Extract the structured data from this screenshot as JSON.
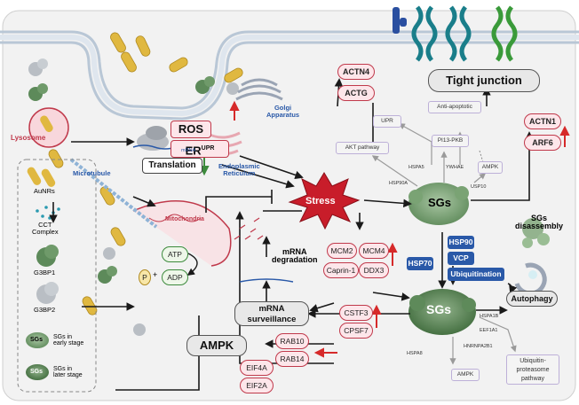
{
  "cell": {
    "lysosome": "Lysosome",
    "golgi": "Golgi\nApparatus",
    "er": "Endoplasmic\nReticulum",
    "ros": "ROS",
    "er_upr": "ER",
    "er_upr_sup": "UPR",
    "mrna": "mRNA",
    "translation": "Translation",
    "microtubule": "Microtubule",
    "mitochondria": "Mitochondria",
    "atp": "ATP",
    "adp": "ADP",
    "p": "P",
    "plus": "+",
    "stress": "Stress",
    "mrna_degradation": "mRNA\ndegradation",
    "mrna_surveillance": "mRNA\nsurveillance",
    "ampk_main": "AMPK"
  },
  "legend": {
    "aunrs": "AuNRs",
    "cct": "CCT\nComplex",
    "g3bp1": "G3BP1",
    "g3bp2": "G3BP2",
    "sgs_early_icon": "SGs",
    "sgs_early_text": "SGs in\nearly stage",
    "sgs_late_icon": "SGs",
    "sgs_late_text": "SGs in\nlater stage"
  },
  "tight_junction": {
    "title": "Tight junction",
    "actn4": "ACTN4",
    "actg": "ACTG",
    "actn1": "ACTN1",
    "arf6": "ARF6"
  },
  "sgs_top": {
    "label": "SGs",
    "upr": "UPR",
    "anti_apoptotic": "Anti-apoptotic",
    "akt": "AKT pathway",
    "pi3": "PI13-PKB",
    "hspa5": "HSPA5",
    "hsp90a": "HSP90A",
    "ywhae": "YWHAE",
    "ampk": "AMPK",
    "usp10": "USP10"
  },
  "sgs_bottom": {
    "label": "SGs",
    "hspa1b": "HSPA1B",
    "eef1a1": "EEF1A1",
    "hnrnpa2b1": "HNRNPA2B1",
    "hspa8": "HSPA8",
    "ampk": "AMPK",
    "ubiq": "Ubiquitin-\nproteasome\npathway"
  },
  "center": {
    "mcm2": "MCM2",
    "mcm4": "MCM4",
    "caprin1": "Caprin-1",
    "ddx3": "DDX3",
    "hsp90": "HSP90",
    "vcp": "VCP",
    "ubiquitination": "Ubiquitination",
    "hsp70": "HSP70",
    "sgs_disassembly": "SGs\ndisassembly",
    "autophagy": "Autophagy"
  },
  "bottom": {
    "cstf3": "CSTF3",
    "cpsf7": "CPSF7",
    "rab10": "RAB10",
    "rab14": "RAB14",
    "eif4a": "EIF4A",
    "eif2a": "EIF2A"
  },
  "colors": {
    "pink_fill": "#fde6ea",
    "pink_stroke": "#c0394b",
    "gray_box": "#e8e8e8",
    "blue_box": "#2a59a8",
    "red_arrow": "#d62a2a",
    "green_arrow": "#3c8a3c",
    "sg_green": "#6f9a6a"
  }
}
